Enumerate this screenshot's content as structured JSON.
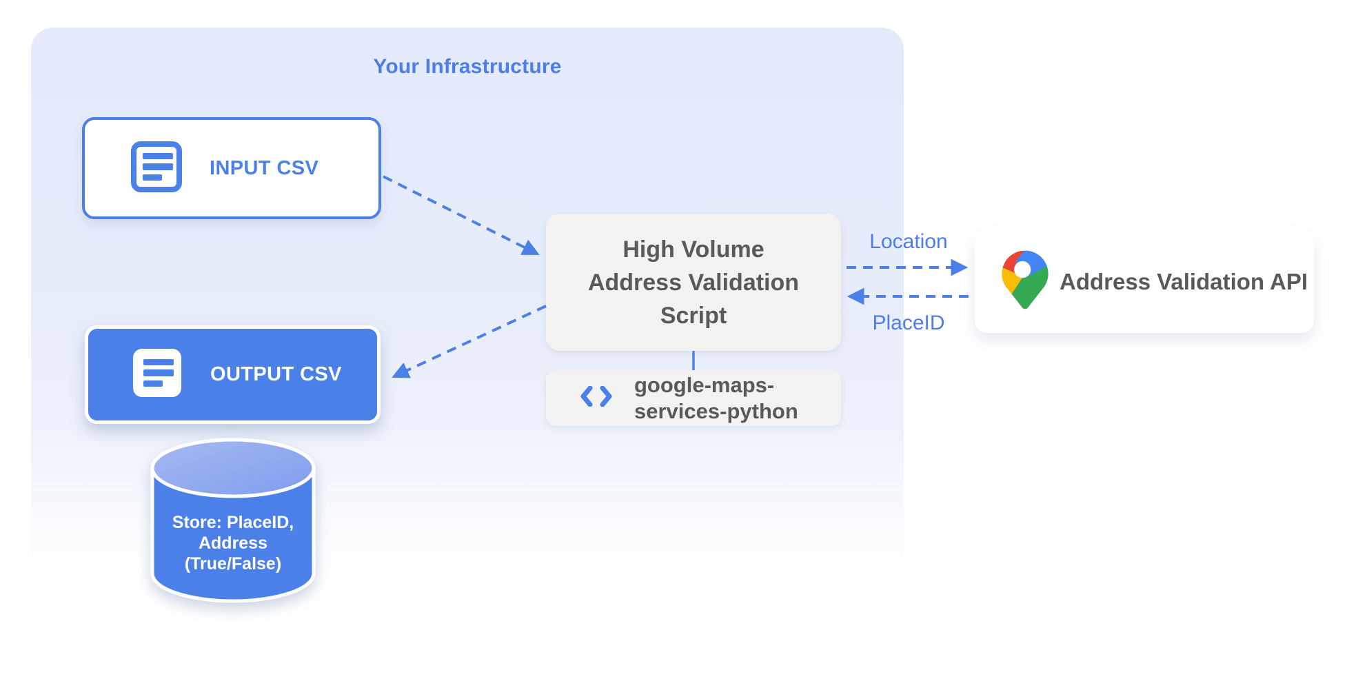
{
  "diagram": {
    "container": {
      "title": "Your Infrastructure"
    },
    "nodes": {
      "input_csv": {
        "label": "INPUT CSV"
      },
      "output_csv": {
        "label": "OUTPUT CSV"
      },
      "script": {
        "line1": "High Volume",
        "line2": "Address Validation",
        "line3": "Script"
      },
      "library": {
        "line1": "google-maps-",
        "line2": "services-python"
      },
      "api": {
        "label": "Address Validation API"
      },
      "datastore": {
        "line1": "Store: PlaceID,",
        "line2": "Address",
        "line3": "(True/False)"
      }
    },
    "edges": {
      "location_label": "Location",
      "placeid_label": "PlaceID"
    },
    "colors": {
      "accent_blue": "#4b80e9",
      "label_blue": "#4c7de9",
      "container_bg": "#e4eafa",
      "box_gray": "#f2f2f1",
      "text_gray": "#58595b",
      "cylinder_top_light": "#a6baf1",
      "cylinder_top_dark": "#7f9ded",
      "pin_red": "#EA4335",
      "pin_blue": "#4285F4",
      "pin_yellow": "#FBBC04",
      "pin_green": "#34A853"
    }
  }
}
